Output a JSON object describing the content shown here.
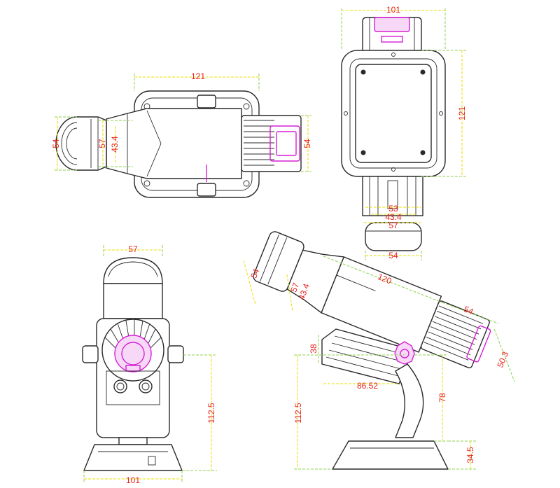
{
  "views": {
    "top": {
      "dims": {
        "length": "121",
        "front_dia": "54",
        "inner_dia": "57",
        "inner_lens": "43.4",
        "rear_dia": "54"
      }
    },
    "rear": {
      "dims": {
        "width": "101",
        "height": "121",
        "d1": "53",
        "d2": "43.4",
        "d3": "57",
        "d4": "54"
      }
    },
    "front": {
      "dims": {
        "top_width": "57",
        "height": "112.5",
        "base_width": "101"
      }
    },
    "side": {
      "dims": {
        "front_dia": "54",
        "inner_dia": "57",
        "inner_lens": "43.4",
        "length": "120",
        "rear_len": "54",
        "rear_dia": "50.3",
        "fin_h": "38",
        "fin_len": "86.52",
        "height": "112.5",
        "arm": "78",
        "base": "34.5"
      }
    }
  },
  "colors": {
    "dimension": "#e8231e",
    "extension": "#8fd14f",
    "dimline": "#e8e000",
    "accent": "#d620d6",
    "outline": "#2a2a2a"
  }
}
